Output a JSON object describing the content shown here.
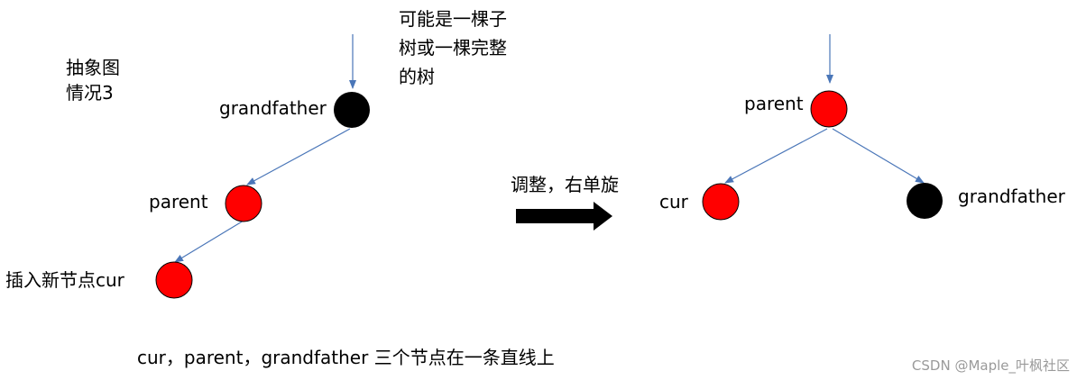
{
  "left_caption": {
    "line1": "抽象图",
    "line2": "情况3"
  },
  "subtree_note": {
    "line1": "可能是一棵子",
    "line2": "树或一棵完整",
    "line3": "的树"
  },
  "before": {
    "grandfather_label": "grandfather",
    "parent_label": "parent",
    "cur_label": "插入新节点cur"
  },
  "transform_label": "调整，右单旋",
  "after": {
    "parent_label": "parent",
    "cur_label": "cur",
    "grandfather_label": "grandfather"
  },
  "bottom_caption": "cur，parent，grandfather 三个节点在一条直线上",
  "watermark": "CSDN @Maple_叶枫社区",
  "colors": {
    "red_node": "#ff0000",
    "black_node": "#000000",
    "edge": "#4a76b8",
    "arrow": "#000000"
  }
}
